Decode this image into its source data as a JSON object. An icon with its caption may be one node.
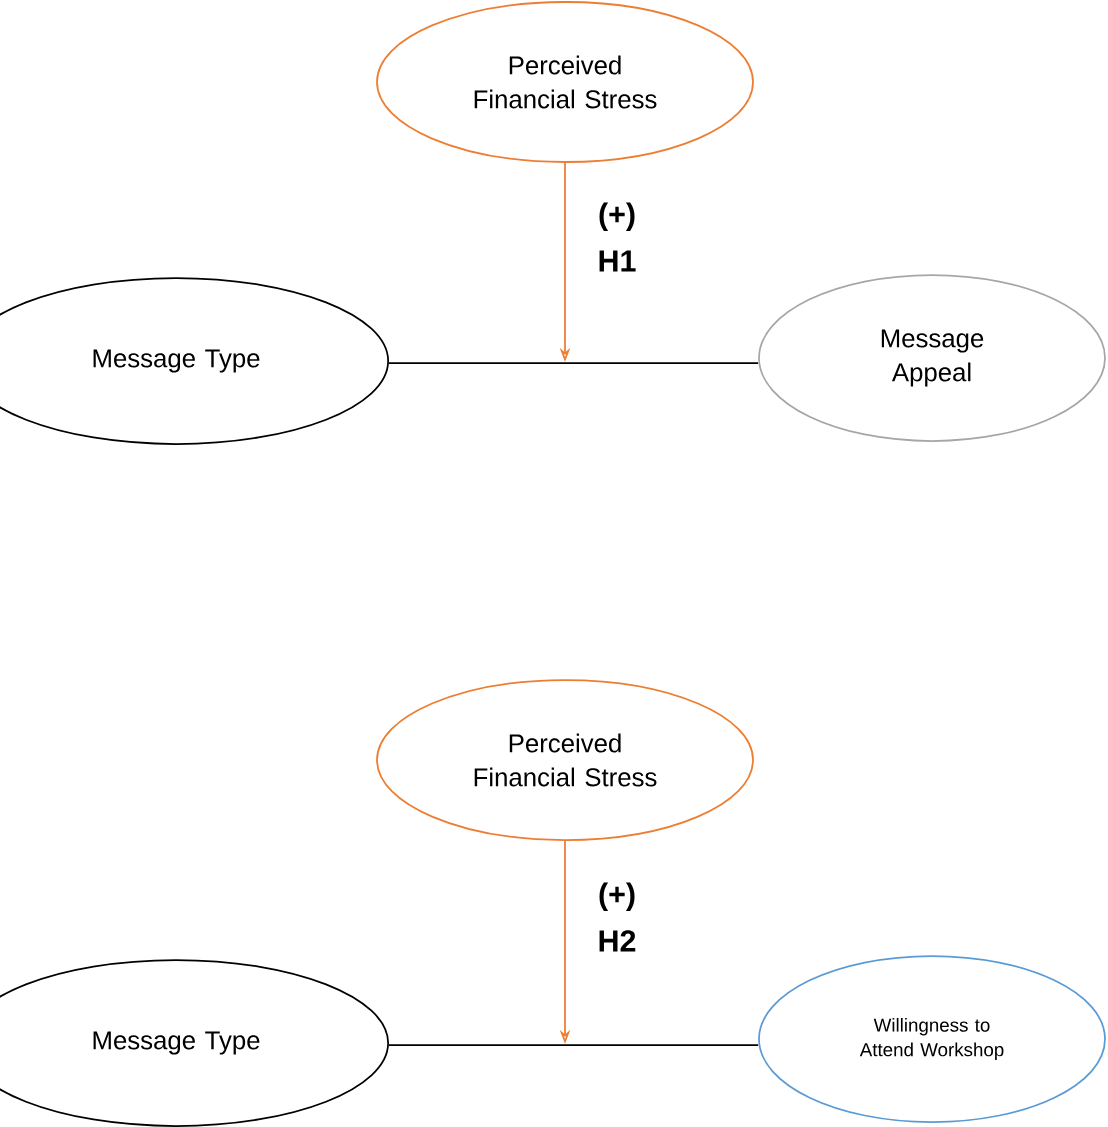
{
  "diagram": {
    "nodes": [
      {
        "text": [
          "Perceived Financial Stress"
        ]
      },
      {
        "text": [
          "Message Type"
        ]
      },
      {
        "text": [
          "Message Appeal"
        ]
      },
      {
        "text": [
          "Perceived Financial Stress"
        ]
      },
      {
        "text": [
          "Message Type"
        ]
      },
      {
        "text": [
          "Willingness to Attend Workshop"
        ]
      }
    ],
    "edges": [
      {
        "from": 1,
        "to": 2,
        "arrow": "none"
      },
      {
        "from": 0,
        "to": null,
        "arrow": "to",
        "label": "(+) H1",
        "color": "#ed7d31"
      },
      {
        "from": 4,
        "to": 5,
        "arrow": "none"
      },
      {
        "from": 3,
        "to": null,
        "arrow": "to",
        "label": "(+) H2",
        "color": "#ed7d31"
      }
    ]
  }
}
